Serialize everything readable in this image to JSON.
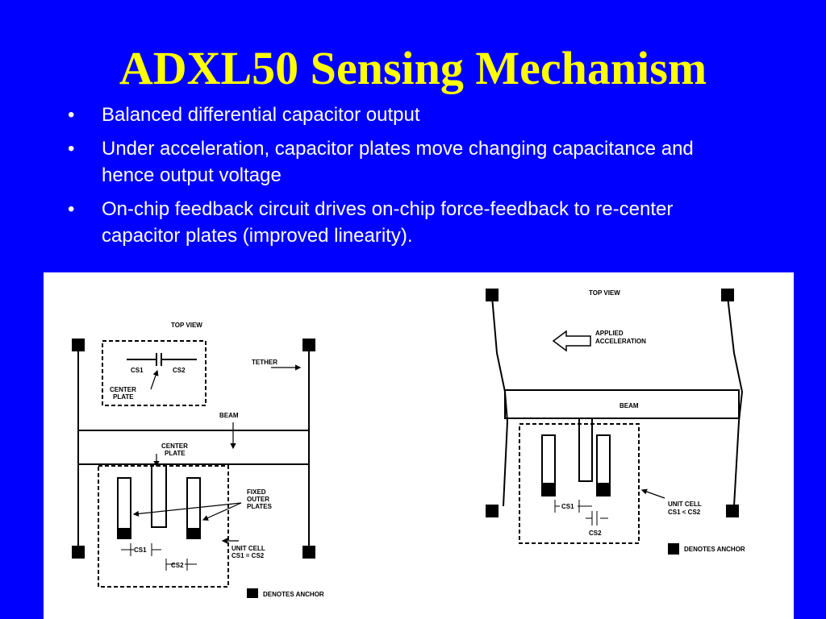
{
  "slide": {
    "title": "ADXL50 Sensing Mechanism",
    "bullets": [
      "Balanced differential capacitor output",
      "Under acceleration, capacitor plates move changing capacitance and hence output voltage",
      "On-chip feedback circuit drives on-chip force-feedback to re-center capacitor plates (improved linearity)."
    ],
    "bullet_glyph": "•"
  },
  "colors": {
    "background": "#0000ff",
    "title": "#ffff00",
    "body_text": "#ffffff"
  },
  "figure_left": {
    "top_view": "TOP VIEW",
    "cs1_inset": "CS1",
    "cs2_inset": "CS2",
    "center_plate_1": "CENTER",
    "center_plate_2": "PLATE",
    "tether": "TETHER",
    "beam": "BEAM",
    "center_plate_top_1": "CENTER",
    "center_plate_top_2": "PLATE",
    "fixed_1": "FIXED",
    "fixed_2": "OUTER",
    "fixed_3": "PLATES",
    "cs1": "CS1",
    "cs2": "CS2",
    "unit_cell_1": "UNIT CELL",
    "unit_cell_2": "CS1 = CS2",
    "anchor": "DENOTES ANCHOR"
  },
  "figure_right": {
    "top_view": "TOP VIEW",
    "applied_1": "APPLIED",
    "applied_2": "ACCELERATION",
    "beam": "BEAM",
    "cs1": "CS1",
    "cs2": "CS2",
    "unit_cell_1": "UNIT CELL",
    "unit_cell_2": "CS1 < CS2",
    "anchor": "DENOTES ANCHOR"
  }
}
